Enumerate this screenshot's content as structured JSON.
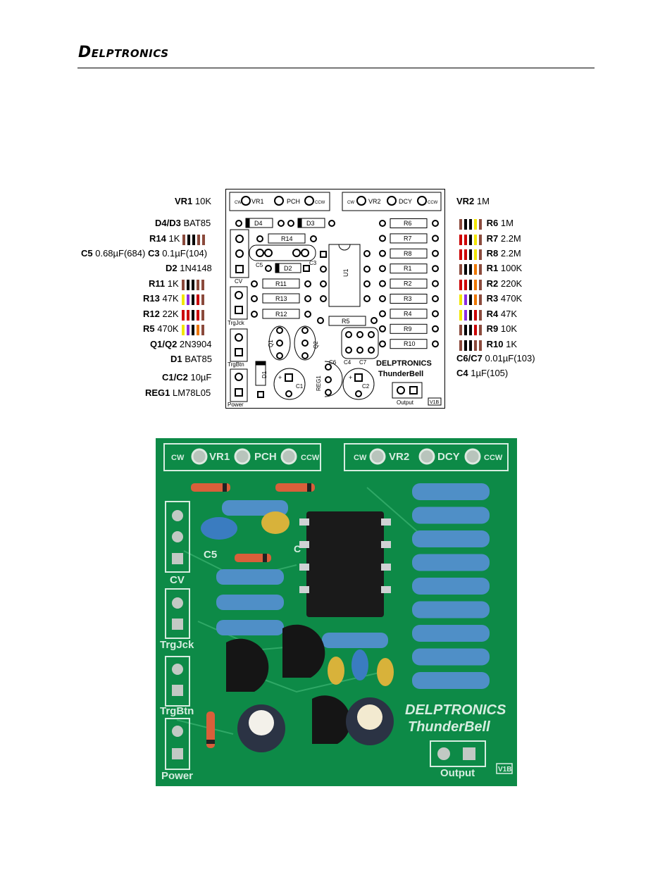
{
  "header": {
    "brand_first": "D",
    "brand_rest": "ELPTRONICS"
  },
  "left_labels": [
    {
      "ref": "VR1",
      "value": "10K",
      "bands": []
    },
    {
      "ref": "D4/D3",
      "value": "BAT85",
      "bands": []
    },
    {
      "ref": "R14",
      "value": "1K",
      "bands": [
        "#8b4a3c",
        "#000000",
        "#000000",
        "#8b4a3c",
        "#8b4a3c"
      ]
    },
    {
      "ref": "C5",
      "value": "0.68µF(684)",
      "ref2": "C3",
      "value2": "0.1µF(104)",
      "bands": []
    },
    {
      "ref": "D2",
      "value": "1N4148",
      "bands": []
    },
    {
      "ref": "R11",
      "value": "1K",
      "bands": [
        "#8b4a3c",
        "#000000",
        "#000000",
        "#8b4a3c",
        "#8b4a3c"
      ]
    },
    {
      "ref": "R13",
      "value": "47K",
      "bands": [
        "#f2e600",
        "#8a2be2",
        "#000000",
        "#cc0000",
        "#8b4a3c"
      ]
    },
    {
      "ref": "R12",
      "value": "22K",
      "bands": [
        "#cc0000",
        "#cc0000",
        "#000000",
        "#cc0000",
        "#8b4a3c"
      ]
    },
    {
      "ref": "R5",
      "value": "470K",
      "bands": [
        "#f2e600",
        "#8a2be2",
        "#000000",
        "#ee7700",
        "#8b4a3c"
      ]
    },
    {
      "ref": "Q1/Q2",
      "value": "2N3904",
      "bands": []
    },
    {
      "ref": "D1",
      "value": "BAT85",
      "bands": []
    },
    {
      "ref": "C1/C2",
      "value": "10µF",
      "bands": []
    },
    {
      "ref": "REG1",
      "value": "LM78L05",
      "bands": []
    }
  ],
  "right_labels": [
    {
      "ref": "VR2",
      "value": "1M",
      "bands": []
    },
    {
      "ref": "R6",
      "value": "1M",
      "bands": [
        "#8b4a3c",
        "#000000",
        "#000000",
        "#f2e600",
        "#8b4a3c"
      ]
    },
    {
      "ref": "R7",
      "value": "2.2M",
      "bands": [
        "#cc0000",
        "#cc0000",
        "#000000",
        "#f2e600",
        "#8b4a3c"
      ]
    },
    {
      "ref": "R8",
      "value": "2.2M",
      "bands": [
        "#cc0000",
        "#cc0000",
        "#000000",
        "#f2e600",
        "#8b4a3c"
      ]
    },
    {
      "ref": "R1",
      "value": "100K",
      "bands": [
        "#8b4a3c",
        "#000000",
        "#000000",
        "#ee7700",
        "#8b4a3c"
      ]
    },
    {
      "ref": "R2",
      "value": "220K",
      "bands": [
        "#cc0000",
        "#cc0000",
        "#000000",
        "#ee7700",
        "#8b4a3c"
      ]
    },
    {
      "ref": "R3",
      "value": "470K",
      "bands": [
        "#f2e600",
        "#8a2be2",
        "#000000",
        "#ee7700",
        "#8b4a3c"
      ]
    },
    {
      "ref": "R4",
      "value": "47K",
      "bands": [
        "#f2e600",
        "#8a2be2",
        "#000000",
        "#cc0000",
        "#8b4a3c"
      ]
    },
    {
      "ref": "R9",
      "value": "10K",
      "bands": [
        "#8b4a3c",
        "#000000",
        "#000000",
        "#cc0000",
        "#8b4a3c"
      ]
    },
    {
      "ref": "R10",
      "value": "1K",
      "bands": [
        "#8b4a3c",
        "#000000",
        "#000000",
        "#8b4a3c",
        "#8b4a3c"
      ]
    },
    {
      "ref": "C6/C7",
      "value": "0.01µF(103)",
      "bands": []
    },
    {
      "ref": "C4",
      "value": "1µF(105)",
      "bands": []
    }
  ],
  "pcb": {
    "pot_left": [
      "CW",
      "VR1",
      "PCH",
      "CCW"
    ],
    "pot_right": [
      "CW",
      "VR2",
      "DCY",
      "CCW"
    ],
    "diodes": [
      "D4",
      "D3",
      "D2",
      "D1"
    ],
    "left_resistors": [
      "R14",
      "R11",
      "R13",
      "R12"
    ],
    "right_resistors": [
      "R6",
      "R7",
      "R8",
      "R1",
      "R2",
      "R3",
      "R4",
      "R9",
      "R10"
    ],
    "r5": "R5",
    "ic": "U1",
    "caps": [
      "C5",
      "C3",
      "C6",
      "C4",
      "C7",
      "C1",
      "C2"
    ],
    "transistors": [
      "Q1",
      "Q2"
    ],
    "reg": "REG1",
    "headers": [
      "CV",
      "TrgJck",
      "TrgBtn",
      "Power"
    ],
    "output": "Output",
    "version": "V1B",
    "brand1": "DELPTRONICS",
    "brand2": "ThunderBell"
  },
  "photo": {
    "pot_left": [
      "CW",
      "VR1",
      "PCH",
      "CCW"
    ],
    "pot_right": [
      "CW",
      "VR2",
      "DCY",
      "CCW"
    ],
    "headers": [
      "CV",
      "TrgJck",
      "TrgBtn",
      "Power"
    ],
    "c5": "C5",
    "c": "C",
    "output": "Output",
    "version": "V1B",
    "brand1": "DELPTRONICS",
    "brand2": "ThunderBell"
  },
  "colors": {
    "pcb_green": "#0d8a47",
    "silkscreen": "#d6ede0",
    "resistor_blue": "#4f8fc7"
  }
}
